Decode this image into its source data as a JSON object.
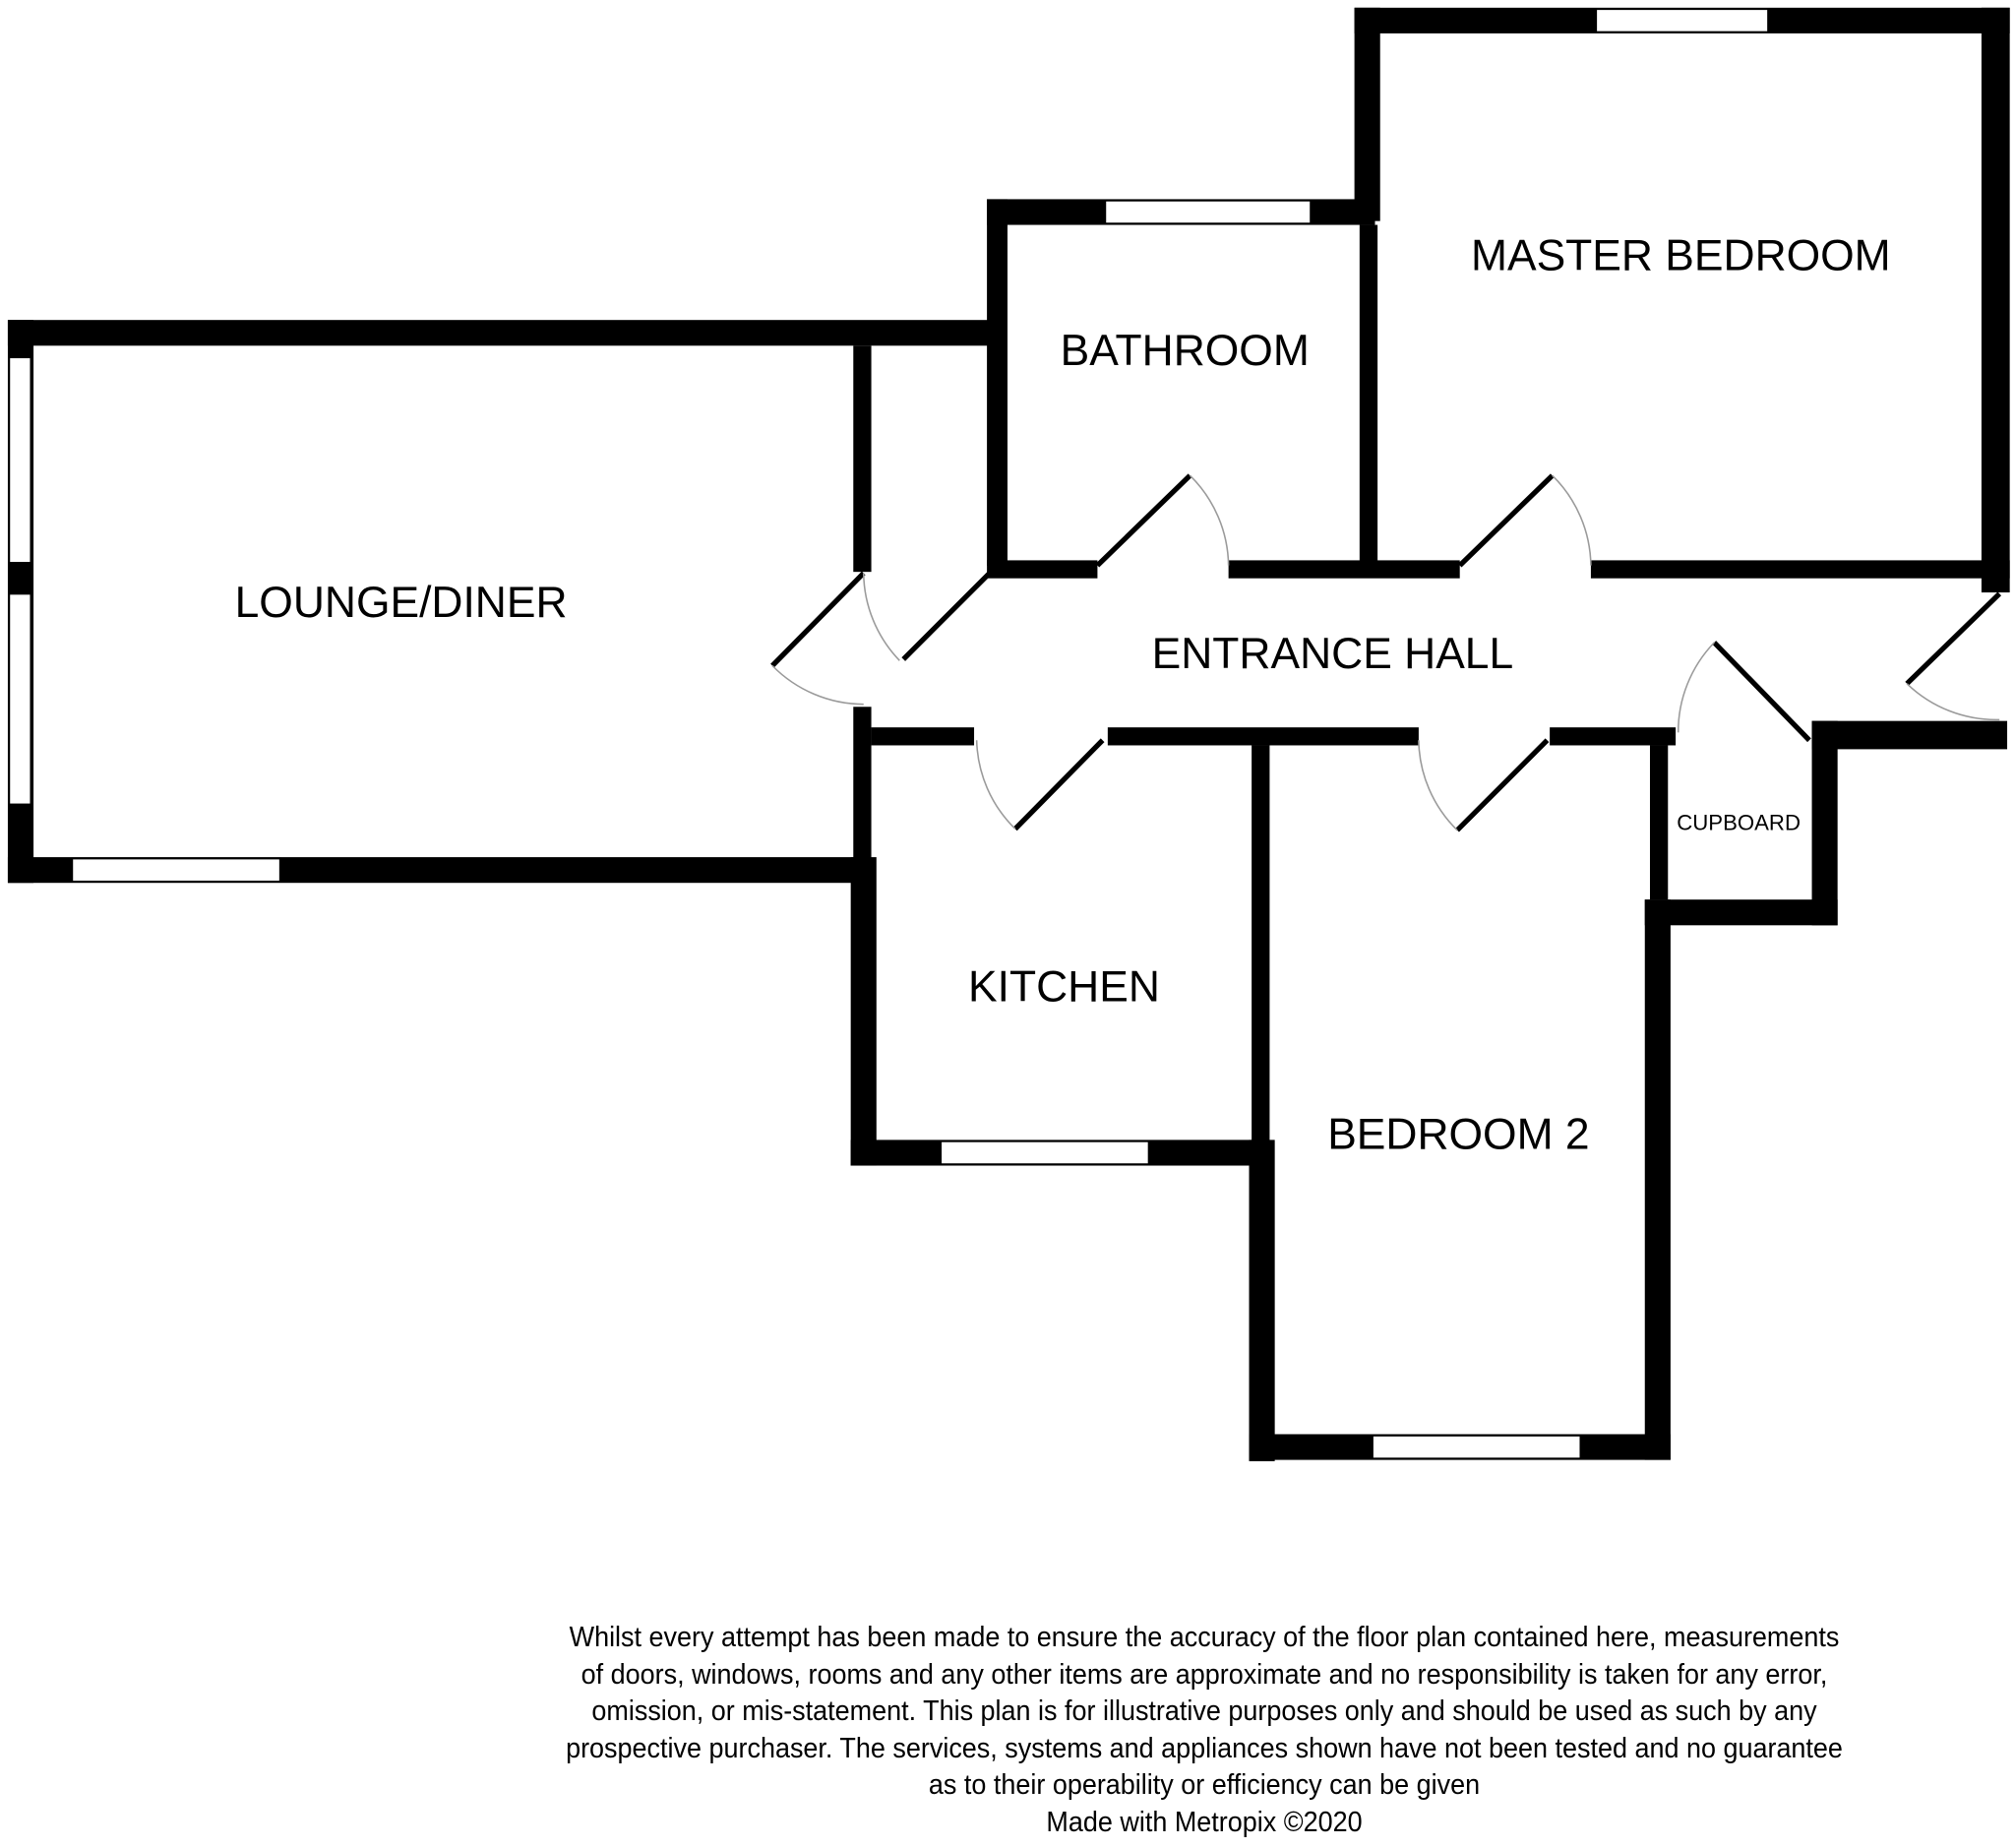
{
  "floor_plan": {
    "rooms": [
      {
        "id": "lounge",
        "label": "LOUNGE/DINER"
      },
      {
        "id": "bathroom",
        "label": "BATHROOM"
      },
      {
        "id": "master",
        "label": "MASTER BEDROOM"
      },
      {
        "id": "hall",
        "label": "ENTRANCE HALL"
      },
      {
        "id": "kitchen",
        "label": "KITCHEN"
      },
      {
        "id": "bedroom2",
        "label": "BEDROOM 2"
      },
      {
        "id": "cupboard",
        "label": "CUPBOARD"
      }
    ],
    "colors": {
      "wall": "#000000",
      "background": "#ffffff",
      "door_arc": "#9a9a9a"
    }
  },
  "disclaimer": {
    "lines": [
      "Whilst every attempt has been made to ensure the accuracy of the floor plan contained here, measurements",
      "of doors, windows, rooms and any other items are approximate and no responsibility is taken for any error,",
      "omission, or mis-statement. This plan is for illustrative purposes only and should be used as such by any",
      "prospective purchaser. The services, systems and appliances shown have not been tested and no guarantee",
      "as to their operability or efficiency can be given"
    ],
    "credit": "Made with Metropix ©2020"
  }
}
